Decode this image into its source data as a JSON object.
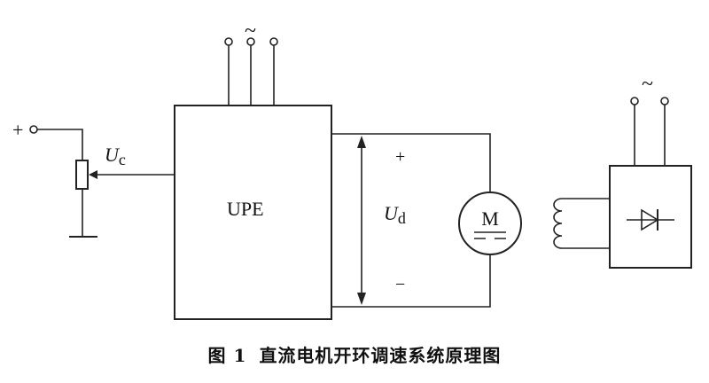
{
  "diagram": {
    "ac_symbol": "~",
    "plus_source": "+",
    "control_voltage": {
      "main": "U",
      "sub": "c"
    },
    "converter_label": "UPE",
    "output_voltage": {
      "main": "U",
      "sub": "d"
    },
    "plus": "+",
    "minus": "−",
    "motor_label": "M"
  },
  "caption": {
    "figure_number": "图 1",
    "title": "直流电机开环调速系统原理图"
  }
}
